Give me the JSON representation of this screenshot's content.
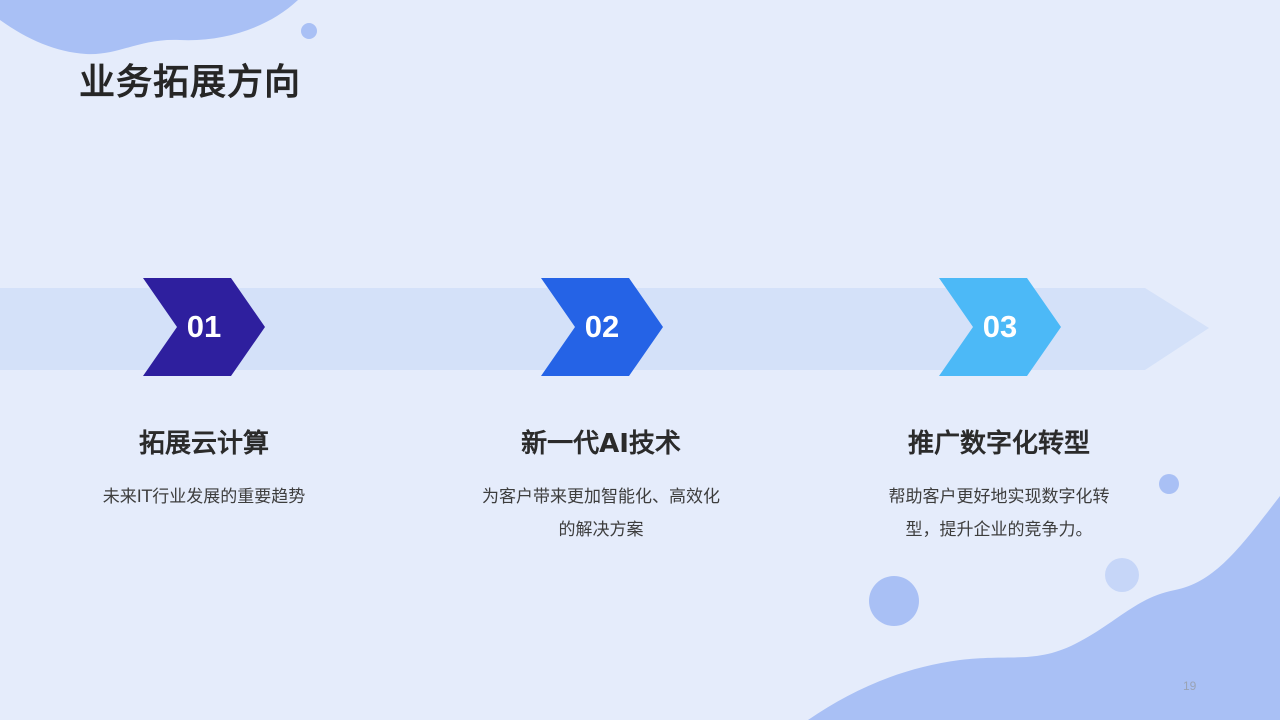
{
  "slide": {
    "title": "业务拓展方向",
    "page_number": "19"
  },
  "steps": [
    {
      "number": "01",
      "heading": "拓展云计算",
      "description": "未来IT行业发展的重要趋势",
      "color": "#2e1f9e"
    },
    {
      "number": "02",
      "heading": "新一代AI技术",
      "description": "为客户带来更加智能化、高效化的解决方案",
      "color": "#2563e6"
    },
    {
      "number": "03",
      "heading": "推广数字化转型",
      "description": "帮助客户更好地实现数字化转型，提升企业的竞争力。",
      "color": "#4cb9f7"
    }
  ],
  "colors": {
    "background": "#e5ecfb",
    "track": "#d4e1f9",
    "blob": "#a9c0f5",
    "title_text": "#262626"
  }
}
